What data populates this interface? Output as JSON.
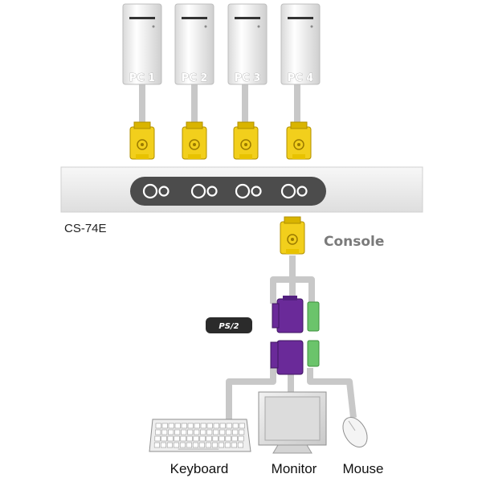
{
  "pcs": [
    {
      "label": "PC 1"
    },
    {
      "label": "PC 2"
    },
    {
      "label": "PC 3"
    },
    {
      "label": "PC 4"
    }
  ],
  "switch": {
    "model": "CS-74E"
  },
  "console": {
    "label": "Console"
  },
  "ps2": {
    "label": "PS/2"
  },
  "devices": {
    "keyboard": "Keyboard",
    "monitor": "Monitor",
    "mouse": "Mouse"
  },
  "colors": {
    "cable": "#c8c8c8",
    "vga_connector": "#f2cf1c",
    "ps2_keyboard_connector": "#6a2a99",
    "ps2_mouse_connector": "#6bc46b",
    "switch_body": "#ececec",
    "switch_panel": "#4c4c4c"
  }
}
